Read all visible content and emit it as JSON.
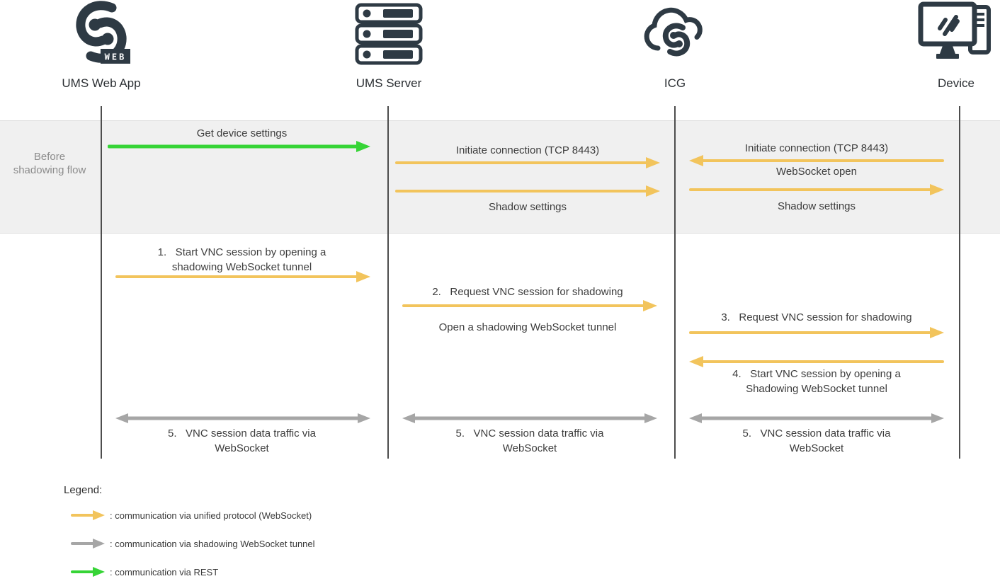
{
  "colors": {
    "unified": "#F2C45C",
    "tunnel": "#A6A6A6",
    "rest": "#36D436",
    "icon": "#2E3A44",
    "band": "#F0F0F0",
    "band_border": "#DEDEDE",
    "lifeline": "#4D4D4D",
    "text": "#3D3D3D",
    "muted": "#8C8C8C"
  },
  "actors": [
    {
      "label": "UMS Web App",
      "badge": "WEB",
      "icon": "igel-web-logo"
    },
    {
      "label": "UMS Server",
      "icon": "server-stack"
    },
    {
      "label": "ICG",
      "icon": "cloud-logo"
    },
    {
      "label": "Device",
      "icon": "monitor-tower"
    }
  ],
  "band": {
    "label": "Before shadowing flow"
  },
  "messages": [
    {
      "type": "rest",
      "dir": "right",
      "above": [
        "Get device settings"
      ]
    },
    {
      "type": "unified",
      "dir": "right",
      "above": [
        "Initiate connection (TCP 8443)"
      ]
    },
    {
      "type": "unified",
      "dir": "right",
      "below": [
        "Shadow settings"
      ]
    },
    {
      "type": "unified",
      "dir": "left",
      "above": [
        "Initiate connection (TCP 8443)"
      ],
      "below": [
        "WebSocket open"
      ]
    },
    {
      "type": "unified",
      "dir": "right",
      "below": [
        "Shadow settings"
      ]
    },
    {
      "type": "unified",
      "dir": "right",
      "above": [
        "1.   Start VNC session by opening a",
        "shadowing WebSocket tunnel"
      ]
    },
    {
      "type": "unified",
      "dir": "right",
      "above": [
        "2.   Request VNC session for shadowing"
      ],
      "below": [
        "Open a shadowing WebSocket tunnel"
      ]
    },
    {
      "type": "unified",
      "dir": "right",
      "above": [
        "3.   Request VNC session for shadowing"
      ]
    },
    {
      "type": "unified",
      "dir": "left",
      "below": [
        "4.   Start VNC session by opening a",
        "Shadowing WebSocket tunnel"
      ]
    },
    {
      "type": "tunnel",
      "dir": "both",
      "below": [
        "5.   VNC session data traffic via",
        "WebSocket"
      ]
    },
    {
      "type": "tunnel",
      "dir": "both",
      "below": [
        "5.   VNC session data traffic via",
        "WebSocket"
      ]
    },
    {
      "type": "tunnel",
      "dir": "both",
      "below": [
        "5.   VNC session data traffic via",
        "WebSocket"
      ]
    }
  ],
  "legend": {
    "title": "Legend:",
    "items": [
      {
        "type": "unified",
        "label": ": communication via unified protocol (WebSocket)"
      },
      {
        "type": "tunnel",
        "label": ": communication via shadowing WebSocket tunnel"
      },
      {
        "type": "rest",
        "label": ": communication via REST"
      }
    ]
  }
}
